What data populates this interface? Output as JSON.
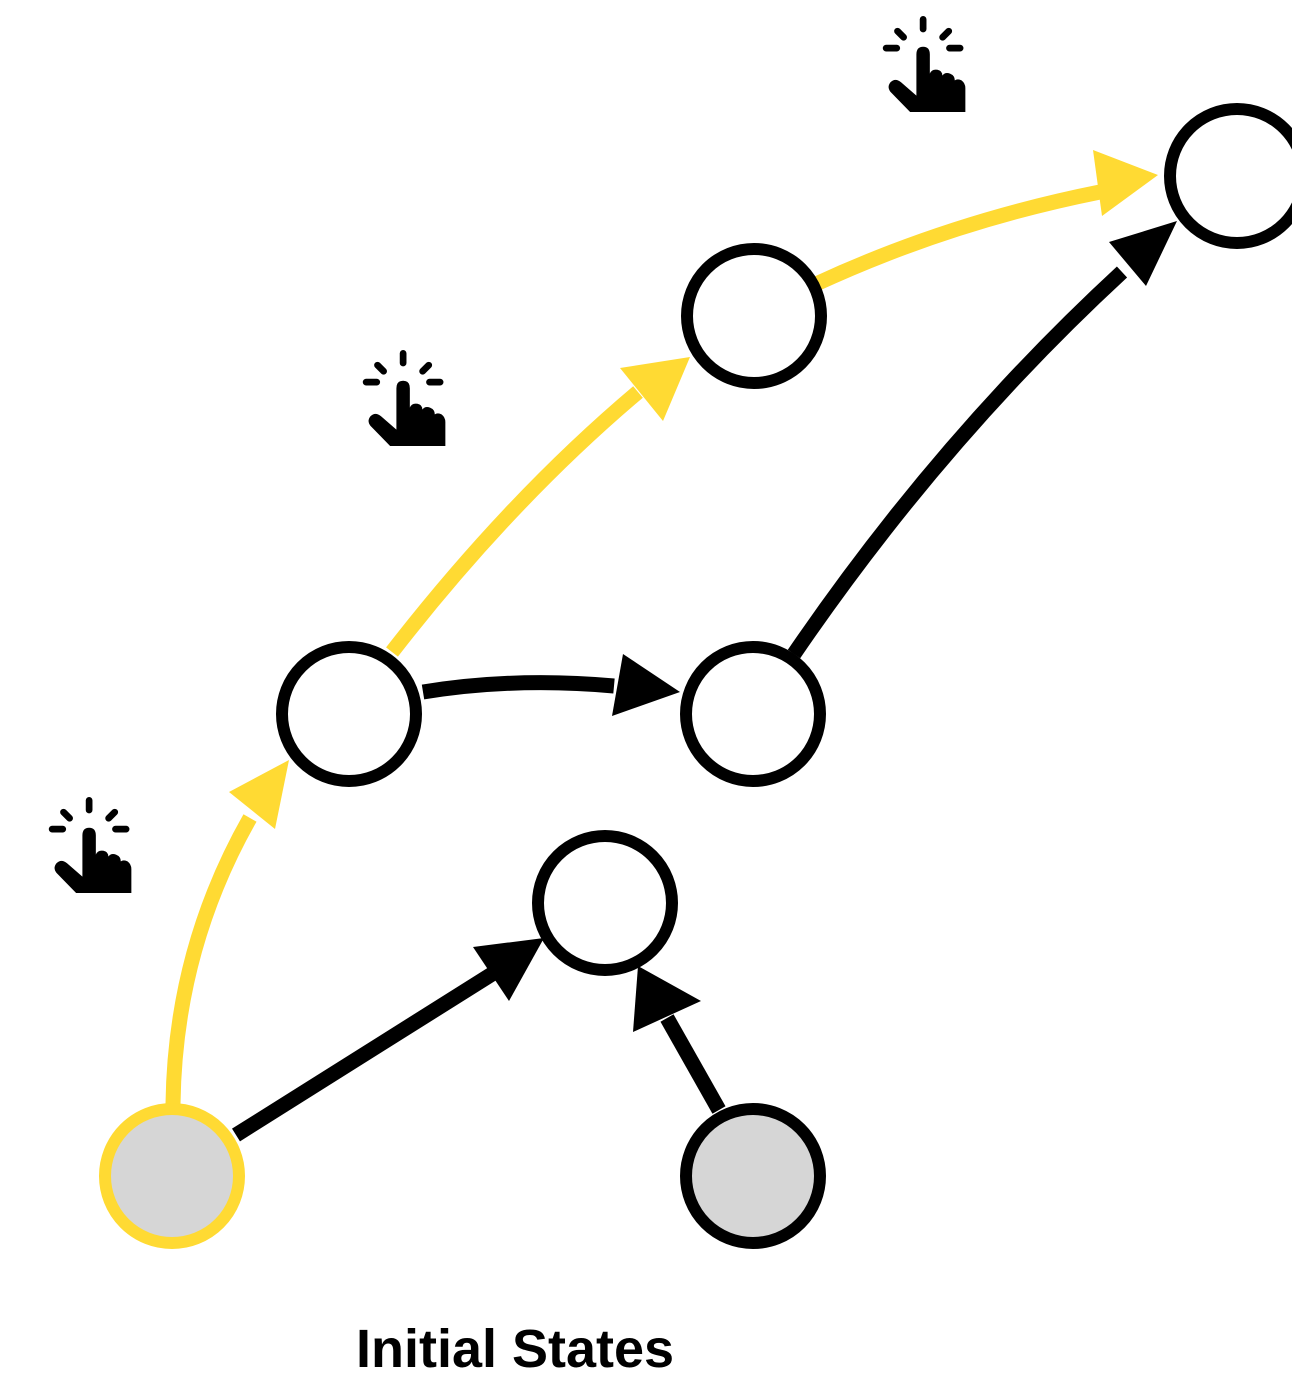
{
  "caption": "Initial States",
  "colors": {
    "highlight": "#FFDA33",
    "edge": "#000000",
    "node_fill": "#FFFFFF",
    "initial_fill": "#D6D6D6"
  },
  "icons": {
    "tap": "hand-tap-icon"
  },
  "nodes": [
    {
      "id": "start-a",
      "type": "initial",
      "highlighted": true
    },
    {
      "id": "start-b",
      "type": "initial",
      "highlighted": false
    },
    {
      "id": "mid",
      "type": "state",
      "highlighted": false
    },
    {
      "id": "left",
      "type": "state",
      "highlighted": false
    },
    {
      "id": "right",
      "type": "state",
      "highlighted": false
    },
    {
      "id": "upper",
      "type": "state",
      "highlighted": false
    },
    {
      "id": "end",
      "type": "state",
      "highlighted": false
    }
  ],
  "edges": [
    {
      "from": "start-a",
      "to": "left",
      "highlighted": true
    },
    {
      "from": "left",
      "to": "upper",
      "highlighted": true
    },
    {
      "from": "upper",
      "to": "end",
      "highlighted": true
    },
    {
      "from": "start-a",
      "to": "mid",
      "highlighted": false
    },
    {
      "from": "start-b",
      "to": "mid",
      "highlighted": false
    },
    {
      "from": "left",
      "to": "right",
      "highlighted": false
    },
    {
      "from": "right",
      "to": "end",
      "highlighted": false
    }
  ]
}
